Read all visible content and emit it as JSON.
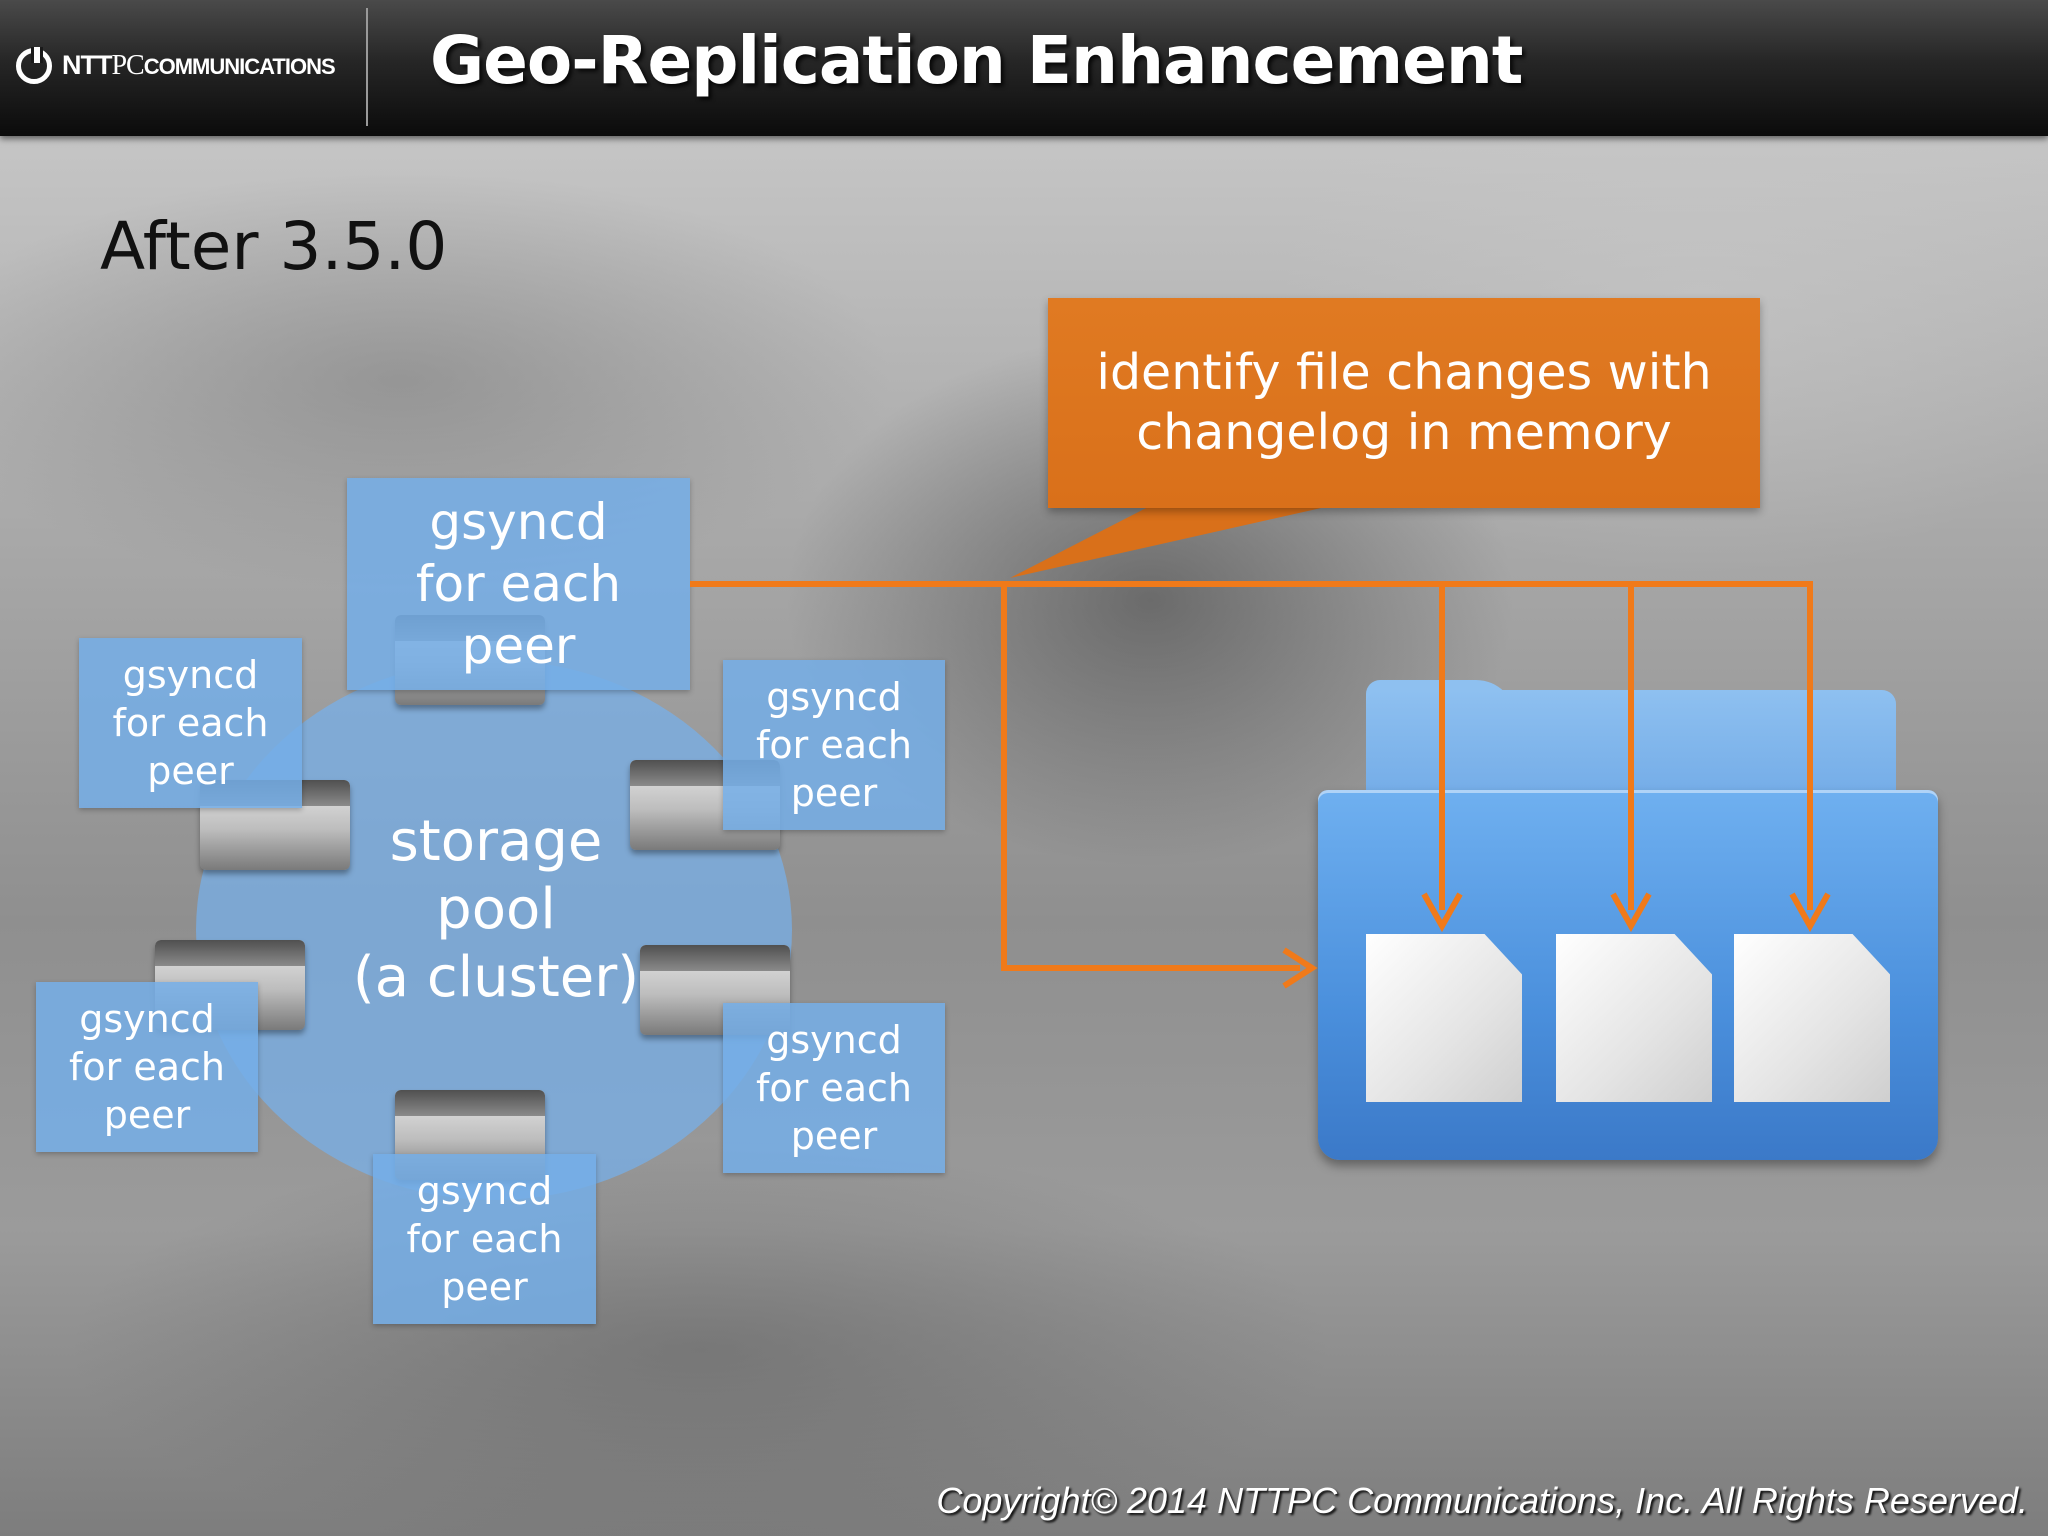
{
  "header": {
    "logo_main": "NTT",
    "logo_pc": "PC",
    "logo_comm": "COMMUNICATIONS",
    "title": "Geo-Replication Enhancement"
  },
  "subtitle": "After 3.5.0",
  "callout": {
    "text": "identify file changes with\nchangelog in memory",
    "color": "#dd761f"
  },
  "pool": {
    "label": "storage\npool\n(a cluster)",
    "color": "#76b0eb"
  },
  "gsyncd_boxes": [
    {
      "label": "gsyncd\nfor each\npeer"
    },
    {
      "label": "gsyncd\nfor each\npeer"
    },
    {
      "label": "gsyncd\nfor each\npeer"
    },
    {
      "label": "gsyncd\nfor each\npeer"
    },
    {
      "label": "gsyncd\nfor each\npeer"
    },
    {
      "label": "gsyncd\nfor each\npeer"
    }
  ],
  "arrow_color": "#f07a1a",
  "copyright": "Copyright© 2014 NTTPC Communications, Inc. All Rights Reserved."
}
